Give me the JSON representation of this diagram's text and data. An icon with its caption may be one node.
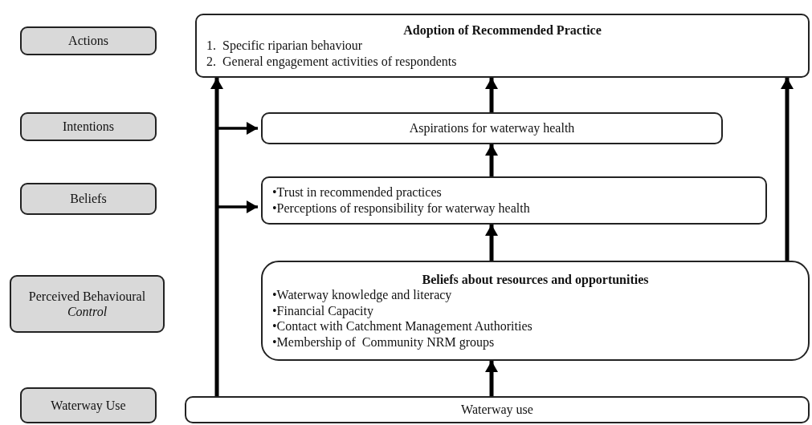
{
  "diagram": {
    "nodes": [
      {
        "text": [
          "Actions"
        ]
      },
      {
        "text": [
          "Intentions"
        ]
      },
      {
        "text": [
          "Beliefs"
        ]
      },
      {
        "text": [
          "Perceived Behavioural *Control*"
        ]
      },
      {
        "text": [
          "Waterway Use"
        ]
      },
      {
        "text": [
          "Adoption of Recommended Practice",
          "1.  Specific riparian behaviour",
          "2.  General engagement activities of respondents"
        ]
      },
      {
        "text": [
          "Aspirations for waterway health"
        ]
      },
      {
        "text": [
          "•Trust in recommended practices",
          "•Perceptions of responsibility for waterway health"
        ]
      },
      {
        "text": [
          "Beliefs about resources and opportunities",
          "•Waterway knowledge and literacy",
          "•Financial Capacity",
          "•Contact with Catchment Management Authorities",
          "•Membership of  Community NRM groups"
        ]
      },
      {
        "text": [
          "Waterway use"
        ]
      }
    ],
    "edges": [
      {
        "from": 9,
        "to": 8,
        "arrow": "to"
      },
      {
        "from": 8,
        "to": 7,
        "arrow": "to"
      },
      {
        "from": 7,
        "to": 6,
        "arrow": "to"
      },
      {
        "from": 6,
        "to": 5,
        "arrow": "to"
      },
      {
        "from": 8,
        "to": 5,
        "arrow": "to"
      },
      {
        "from": 9,
        "to": 5,
        "arrow": "to"
      },
      {
        "from": 9,
        "to": 6,
        "arrow": "to"
      },
      {
        "from": 9,
        "to": 7,
        "arrow": "to"
      }
    ]
  }
}
